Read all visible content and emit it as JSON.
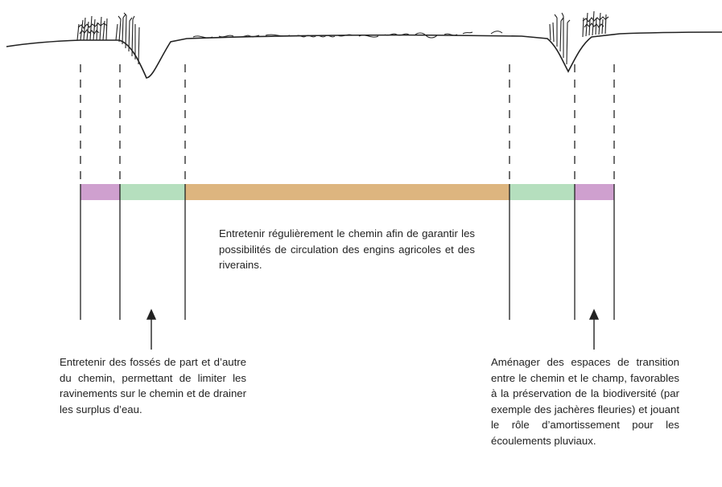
{
  "zones": {
    "talus_color": "#cfa0cf",
    "fosse_color": "#b5dfbe",
    "chemin_color": "#ddb57f"
  },
  "notes": {
    "chemin": "Entretenir régulièrement le chemin afin de garantir les possibilités de circulation des engins agricoles et des riverains.",
    "fosses": "Entretenir des fossés de part et d’autre du chemin, permettant de limiter les ravinements sur le chemin et de drainer les surplus d’eau.",
    "transition": "Aménager des espaces de transition entre le chemin et le champ, favorables à la préservation de la biodiversité (par exemple des jachères fleuries) et jouant le rôle d’amortissement pour les écoulements pluviaux."
  }
}
